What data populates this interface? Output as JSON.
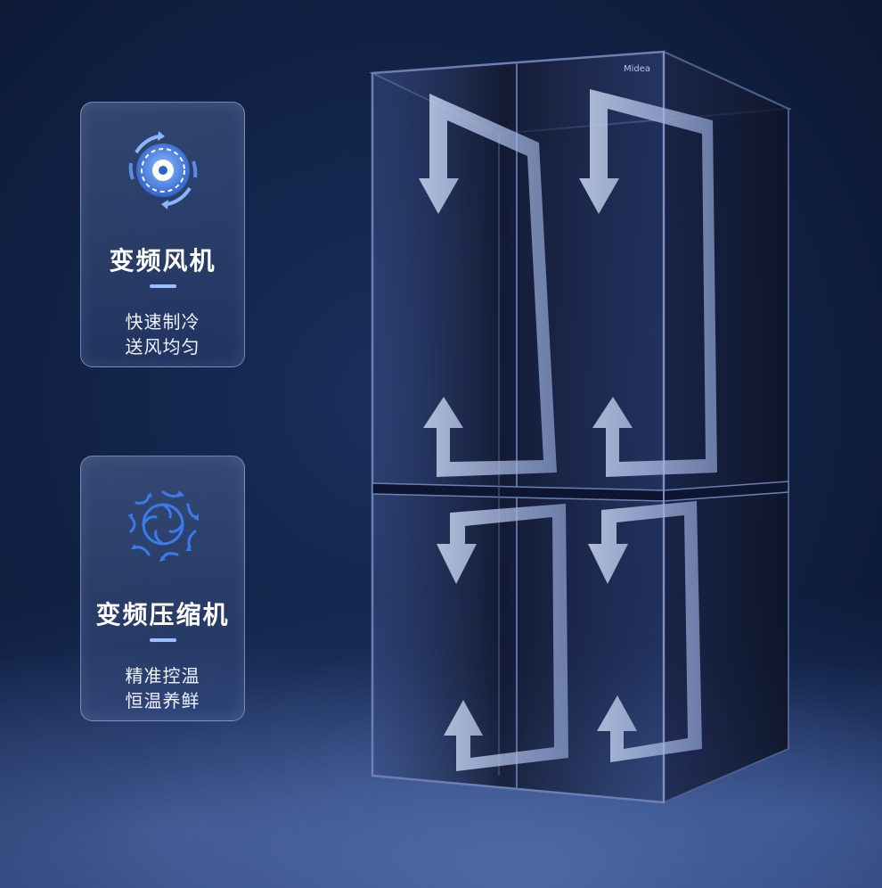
{
  "features": [
    {
      "icon": "fan-icon",
      "title": "变频风机",
      "lines": [
        "快速制冷",
        "送风均匀"
      ]
    },
    {
      "icon": "compressor-airflow-icon",
      "title": "变频压缩机",
      "lines": [
        "精准控温",
        "恒温养鲜"
      ]
    }
  ],
  "brand_logo": "Midea",
  "colors": {
    "background": "#122347",
    "accent": "#9cc0ff",
    "icon_blue": "#3a7bea"
  }
}
